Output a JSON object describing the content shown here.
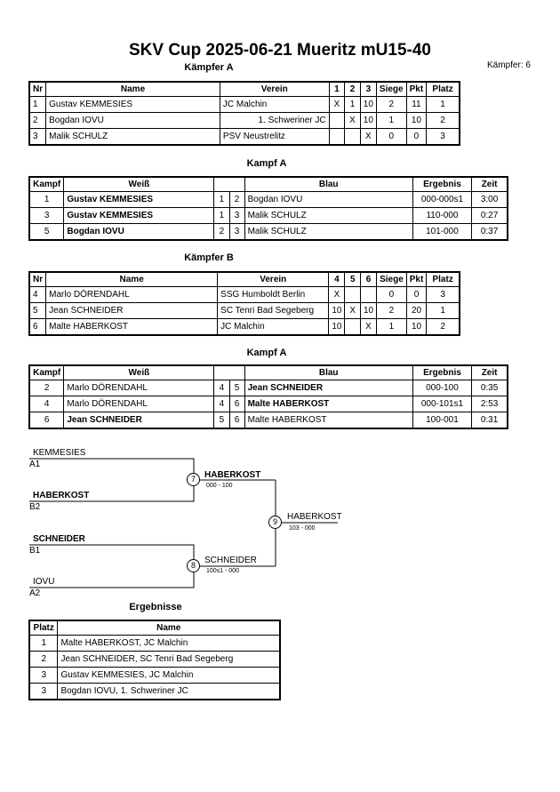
{
  "header": {
    "title": "SKV Cup  2025-06-21  Mueritz   mU15-40",
    "counter": "Kämpfer: 6"
  },
  "poolA": {
    "title": "Kämpfer A",
    "headers": [
      "Nr",
      "Name",
      "Verein",
      "1",
      "2",
      "3",
      "Siege",
      "Pkt",
      "Platz"
    ],
    "rows": [
      [
        "1",
        "Gustav KEMMESIES",
        "JC Malchin",
        "X",
        "1",
        "10",
        "2",
        "11",
        "1"
      ],
      [
        "2",
        "Bogdan IOVU",
        "1. Schweriner JC",
        "",
        "X",
        "10",
        "1",
        "10",
        "2"
      ],
      [
        "3",
        "Malik SCHULZ",
        "PSV Neustrelitz",
        "",
        "",
        "X",
        "0",
        "0",
        "3"
      ]
    ]
  },
  "fightsA": {
    "title": "Kampf A",
    "headers": [
      "Kampf",
      "Weiß",
      "",
      "",
      "Blau",
      "Ergebnis",
      "Zeit"
    ],
    "rows": [
      [
        "1",
        "Gustav KEMMESIES",
        "1",
        "2",
        "Bogdan IOVU",
        "000-000s1",
        "3:00"
      ],
      [
        "3",
        "Gustav KEMMESIES",
        "1",
        "3",
        "Malik SCHULZ",
        "110-000",
        "0:27"
      ],
      [
        "5",
        "Bogdan IOVU",
        "2",
        "3",
        "Malik SCHULZ",
        "101-000",
        "0:37"
      ]
    ]
  },
  "poolB": {
    "title": "Kämpfer B",
    "headers": [
      "Nr",
      "Name",
      "Verein",
      "4",
      "5",
      "6",
      "Siege",
      "Pkt",
      "Platz"
    ],
    "rows": [
      [
        "4",
        "Marlo DÖRENDAHL",
        "SSG Humboldt Berlin",
        "X",
        "",
        "",
        "0",
        "0",
        "3"
      ],
      [
        "5",
        "Jean SCHNEIDER",
        "SC Tenri Bad Segeberg",
        "10",
        "X",
        "10",
        "2",
        "20",
        "1"
      ],
      [
        "6",
        "Malte HABERKOST",
        "JC Malchin",
        "10",
        "",
        "X",
        "1",
        "10",
        "2"
      ]
    ]
  },
  "fightsB": {
    "title": "Kampf A",
    "headers": [
      "Kampf",
      "Weiß",
      "",
      "",
      "Blau",
      "Ergebnis",
      "Zeit"
    ],
    "rows": [
      [
        "2",
        "Marlo DÖRENDAHL",
        "4",
        "5",
        "Jean SCHNEIDER",
        "000-100",
        "0:35"
      ],
      [
        "4",
        "Marlo DÖRENDAHL",
        "4",
        "6",
        "Malte HABERKOST",
        "000-101s1",
        "2:53"
      ],
      [
        "6",
        "Jean SCHNEIDER",
        "5",
        "6",
        "Malte HABERKOST",
        "100-001",
        "0:31"
      ]
    ]
  },
  "bracket": {
    "e1": {
      "name": "KEMMESIES",
      "seed": "A1"
    },
    "e2": {
      "name": "HABERKOST",
      "seed": "B2"
    },
    "e3": {
      "name": "SCHNEIDER",
      "seed": "B1"
    },
    "e4": {
      "name": "IOVU",
      "seed": "A2"
    },
    "m7": {
      "no": "7",
      "winner": "HABERKOST",
      "score": "000 - 100"
    },
    "m8": {
      "no": "8",
      "winner": "SCHNEIDER",
      "score": "100s1 - 000"
    },
    "m9": {
      "no": "9",
      "winner": "HABERKOST",
      "score": "103 - 000"
    }
  },
  "results": {
    "title": "Ergebnisse",
    "headers": [
      "Platz",
      "Name"
    ],
    "rows": [
      [
        "1",
        "Malte HABERKOST, JC Malchin"
      ],
      [
        "2",
        "Jean SCHNEIDER, SC Tenri Bad Segeberg"
      ],
      [
        "3",
        "Gustav KEMMESIES, JC Malchin"
      ],
      [
        "3",
        "Bogdan IOVU, 1. Schweriner JC"
      ]
    ]
  }
}
